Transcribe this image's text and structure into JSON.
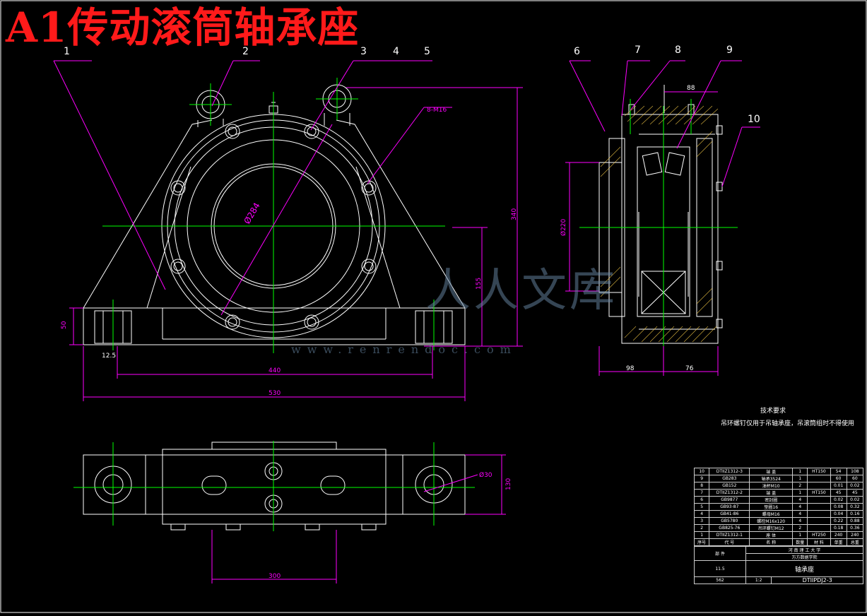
{
  "title": "A1传动滚筒轴承座",
  "balloons": [
    "1",
    "2",
    "3",
    "4",
    "5",
    "6",
    "7",
    "8",
    "9",
    "10"
  ],
  "dims": {
    "d284": "Ø284",
    "bolt": "8-M16",
    "h50": "50",
    "rough": "12.5",
    "w440": "440",
    "w530": "530",
    "h340": "340",
    "h155": "155",
    "d220": "Ø220",
    "w88": "88",
    "w98": "98",
    "w76": "76",
    "d30": "Ø30",
    "h130": "130",
    "w300": "300"
  },
  "tech": {
    "heading": "技术要求",
    "body": "吊环螺钉仅用于吊轴承座，吊滚筒组时不得使用"
  },
  "watermark": {
    "cn": "人人文库",
    "url": "www.renrendoc.com"
  },
  "bom": [
    [
      "10",
      "DTIIZ1312-3",
      "端 盖",
      "1",
      "HT150",
      "54",
      "108"
    ],
    [
      "9",
      "GB283",
      "轴承3524",
      "1",
      "",
      "60",
      "60"
    ],
    [
      "8",
      "GB152",
      "油杯M10",
      "2",
      "",
      "0.01",
      "0.02"
    ],
    [
      "7",
      "DTIIZ1312-2",
      "端 盖",
      "1",
      "HT150",
      "45",
      "45"
    ],
    [
      "6",
      "GB9877",
      "密封圈",
      "4",
      "",
      "0.02",
      "0.02"
    ],
    [
      "5",
      "GB93-87",
      "垫圈16",
      "4",
      "",
      "0.08",
      "0.32"
    ],
    [
      "4",
      "GB41-86",
      "螺母M16",
      "4",
      "",
      "0.04",
      "0.16"
    ],
    [
      "3",
      "GB5780",
      "螺栓M16x120",
      "4",
      "",
      "0.22",
      "0.88"
    ],
    [
      "2",
      "GB825-76",
      "吊环螺钉M12",
      "2",
      "",
      "0.18",
      "0.36"
    ],
    [
      "1",
      "DTIIZ1312-1",
      "座 体",
      "1",
      "HT250",
      "240",
      "240"
    ]
  ],
  "bom_header": [
    "序号",
    "代 号",
    "名 称",
    "数量",
    "材 料",
    "单重",
    "总重"
  ],
  "titleblock": {
    "school": "河 南 理 工 大 学",
    "dept": "万方数据学院",
    "part": "轴承座",
    "drawing_no": "DTIIPDJ2-3",
    "label": "部 件",
    "scale": "1:2",
    "mass": "562",
    "total": "11.5"
  },
  "colors": {
    "outline": "#ffffff",
    "center": "#00ff00",
    "dim": "#ff00ff",
    "title": "#ff1a1a",
    "hatch": "#ffd24a"
  }
}
